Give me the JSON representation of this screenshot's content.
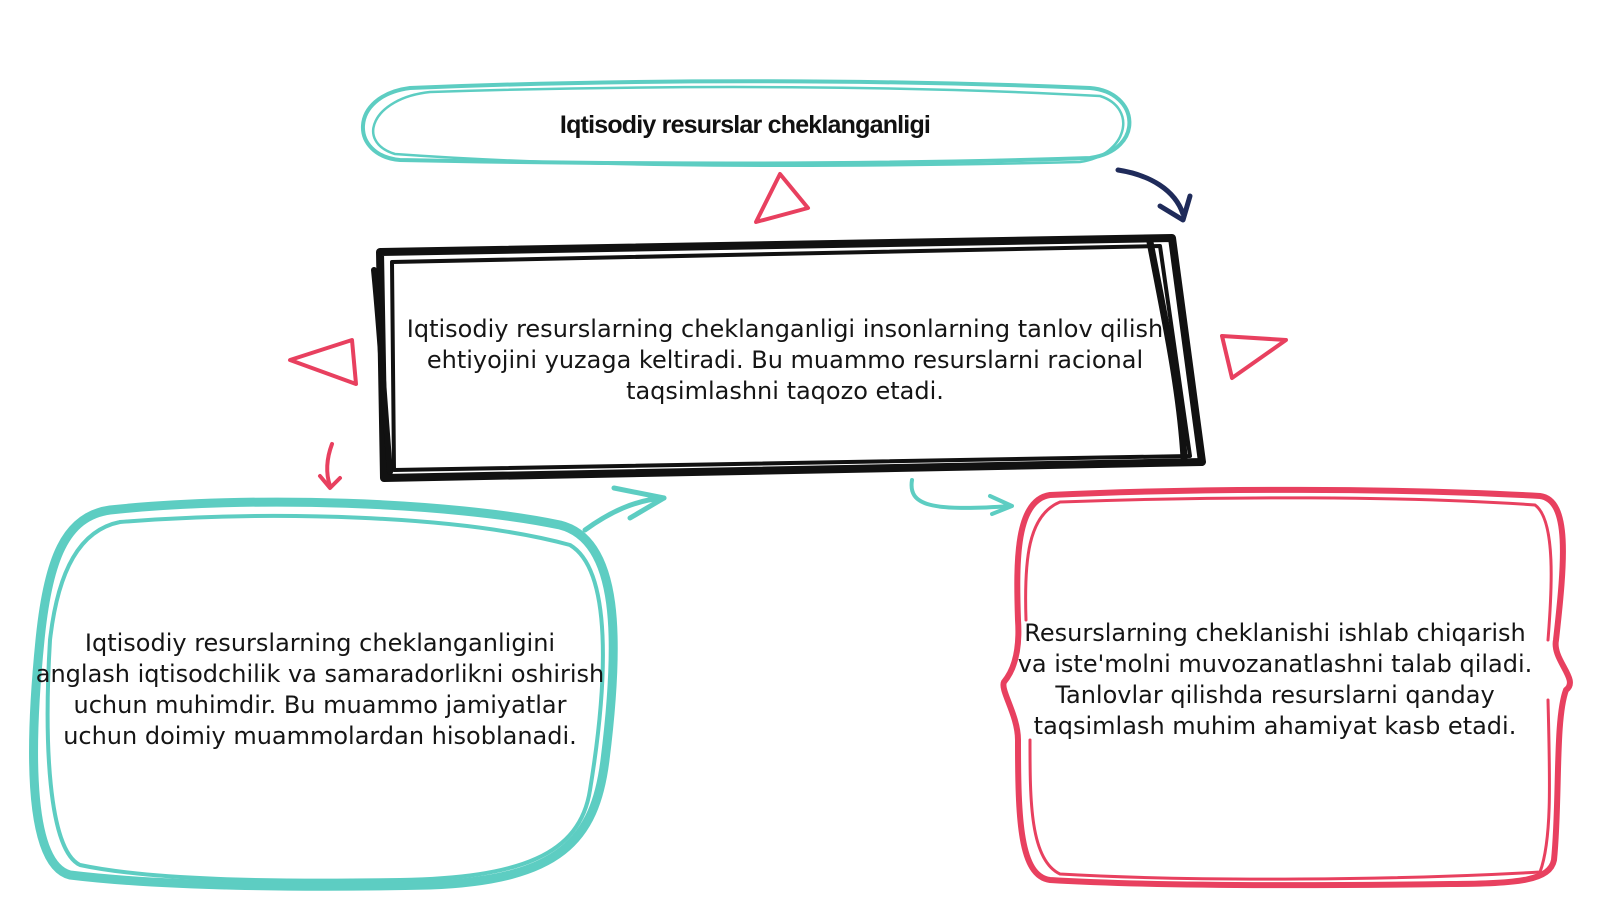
{
  "title": "Iqtisodiy resurslar cheklanganligi",
  "center": "Iqtisodiy resurslarning cheklanganligi insonlarning tanlov qilish ehtiyojini yuzaga keltiradi. Bu muammo resurslarni racional taqsimlashni taqozo etadi.",
  "left": "Iqtisodiy resurslarning cheklanganligini anglash iqtisodchilik va samaradorlikni oshirish uchun muhimdir. Bu muammo jamiyatlar uchun doimiy muammolardan hisoblanadi.",
  "right": "Resurslarning cheklanishi ishlab chiqarish va iste'molni muvozanatlashni talab qiladi. Tanlovlar qilishda resurslarni qanday taqsimlash muhim ahamiyat kasb etadi.",
  "colors": {
    "teal": "#5dcdc2",
    "red": "#e8405f",
    "black": "#111111",
    "navy": "#1f2b5a"
  }
}
